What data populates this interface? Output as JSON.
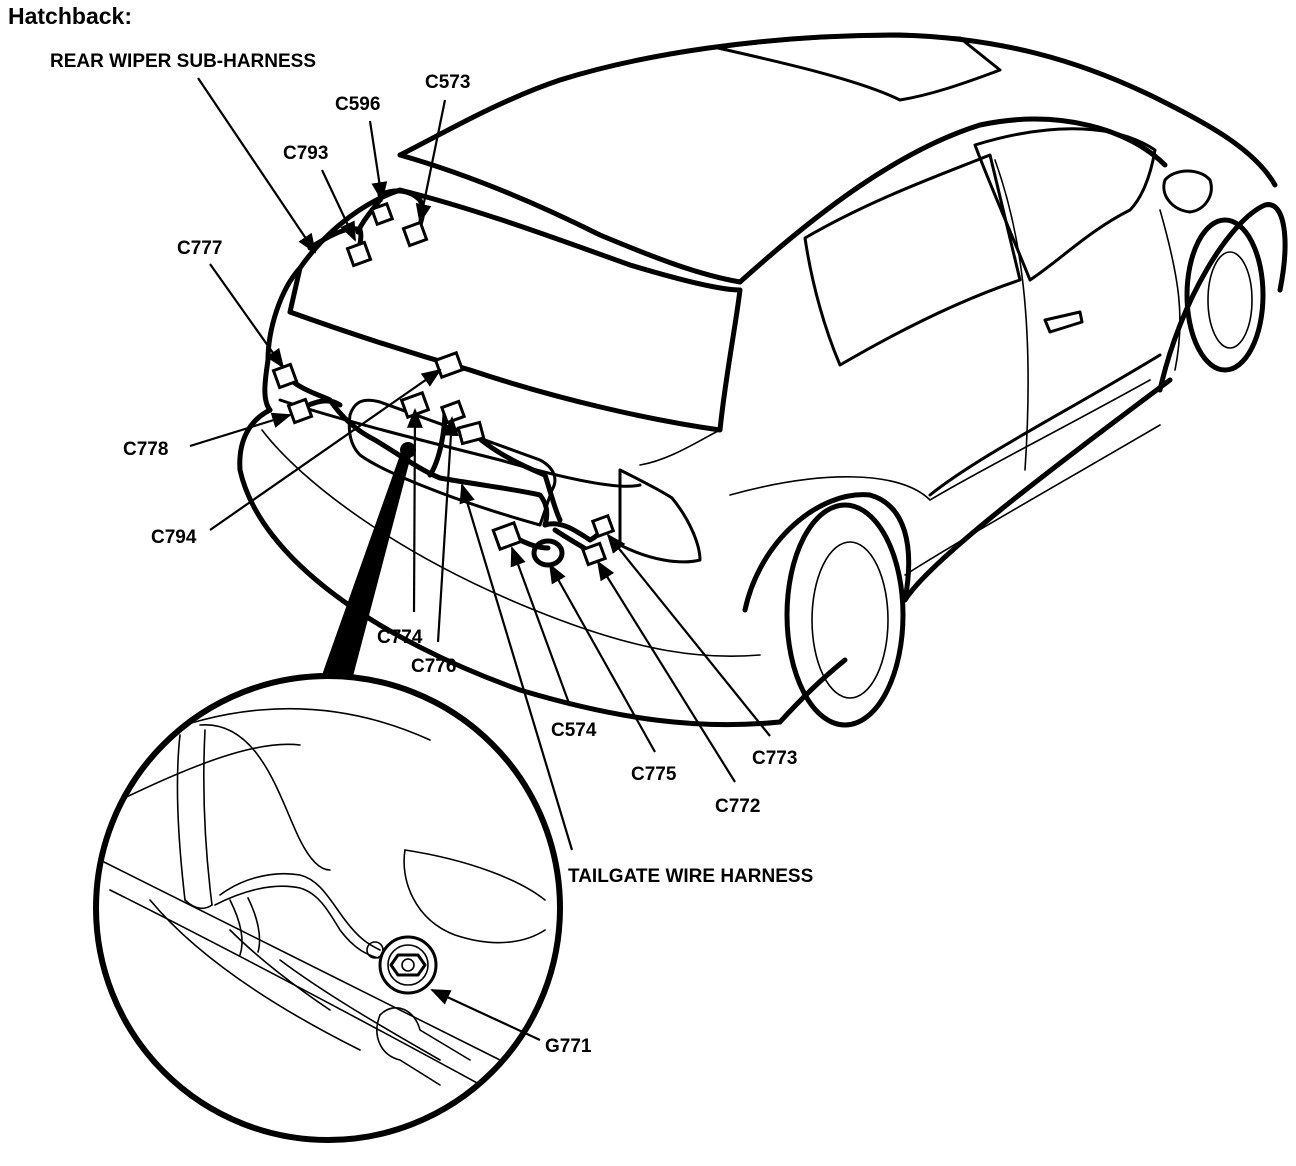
{
  "title": "Hatchback:",
  "labels": {
    "rear_wiper_sub_harness": "REAR WIPER SUB-HARNESS",
    "tailgate_wire_harness": "TAILGATE WIRE HARNESS",
    "c573": "C573",
    "c596": "C596",
    "c793": "C793",
    "c777": "C777",
    "c778": "C778",
    "c794": "C794",
    "c774": "C774",
    "c776": "C776",
    "c574": "C574",
    "c775": "C775",
    "c772": "C772",
    "c773": "C773",
    "g771": "G771"
  }
}
